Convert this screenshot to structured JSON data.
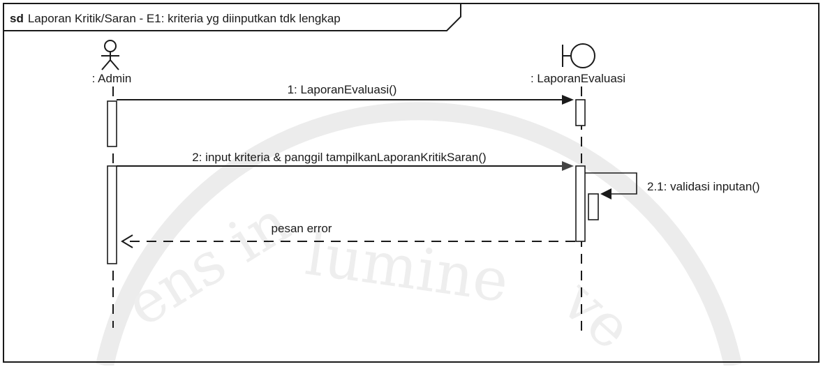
{
  "frame": {
    "keyword": "sd",
    "title": "Laporan Kritik/Saran - E1: kriteria yg diinputkan tdk lengkap"
  },
  "lifelines": {
    "admin": {
      "label": ": Admin",
      "kind": "actor"
    },
    "laporan": {
      "label": ": LaporanEvaluasi",
      "kind": "boundary"
    }
  },
  "messages": {
    "m1": "1: LaporanEvaluasi()",
    "m2": "2: input kriteria & panggil tampilkanLaporanKritikSaran()",
    "m21": "2.1: validasi inputan()",
    "m3": "pesan error"
  },
  "watermark": {
    "text": "Lumens in lumine vero"
  },
  "colors": {
    "line": "#1a1a1a",
    "background": "#ffffff",
    "watermark": "#ececec"
  }
}
